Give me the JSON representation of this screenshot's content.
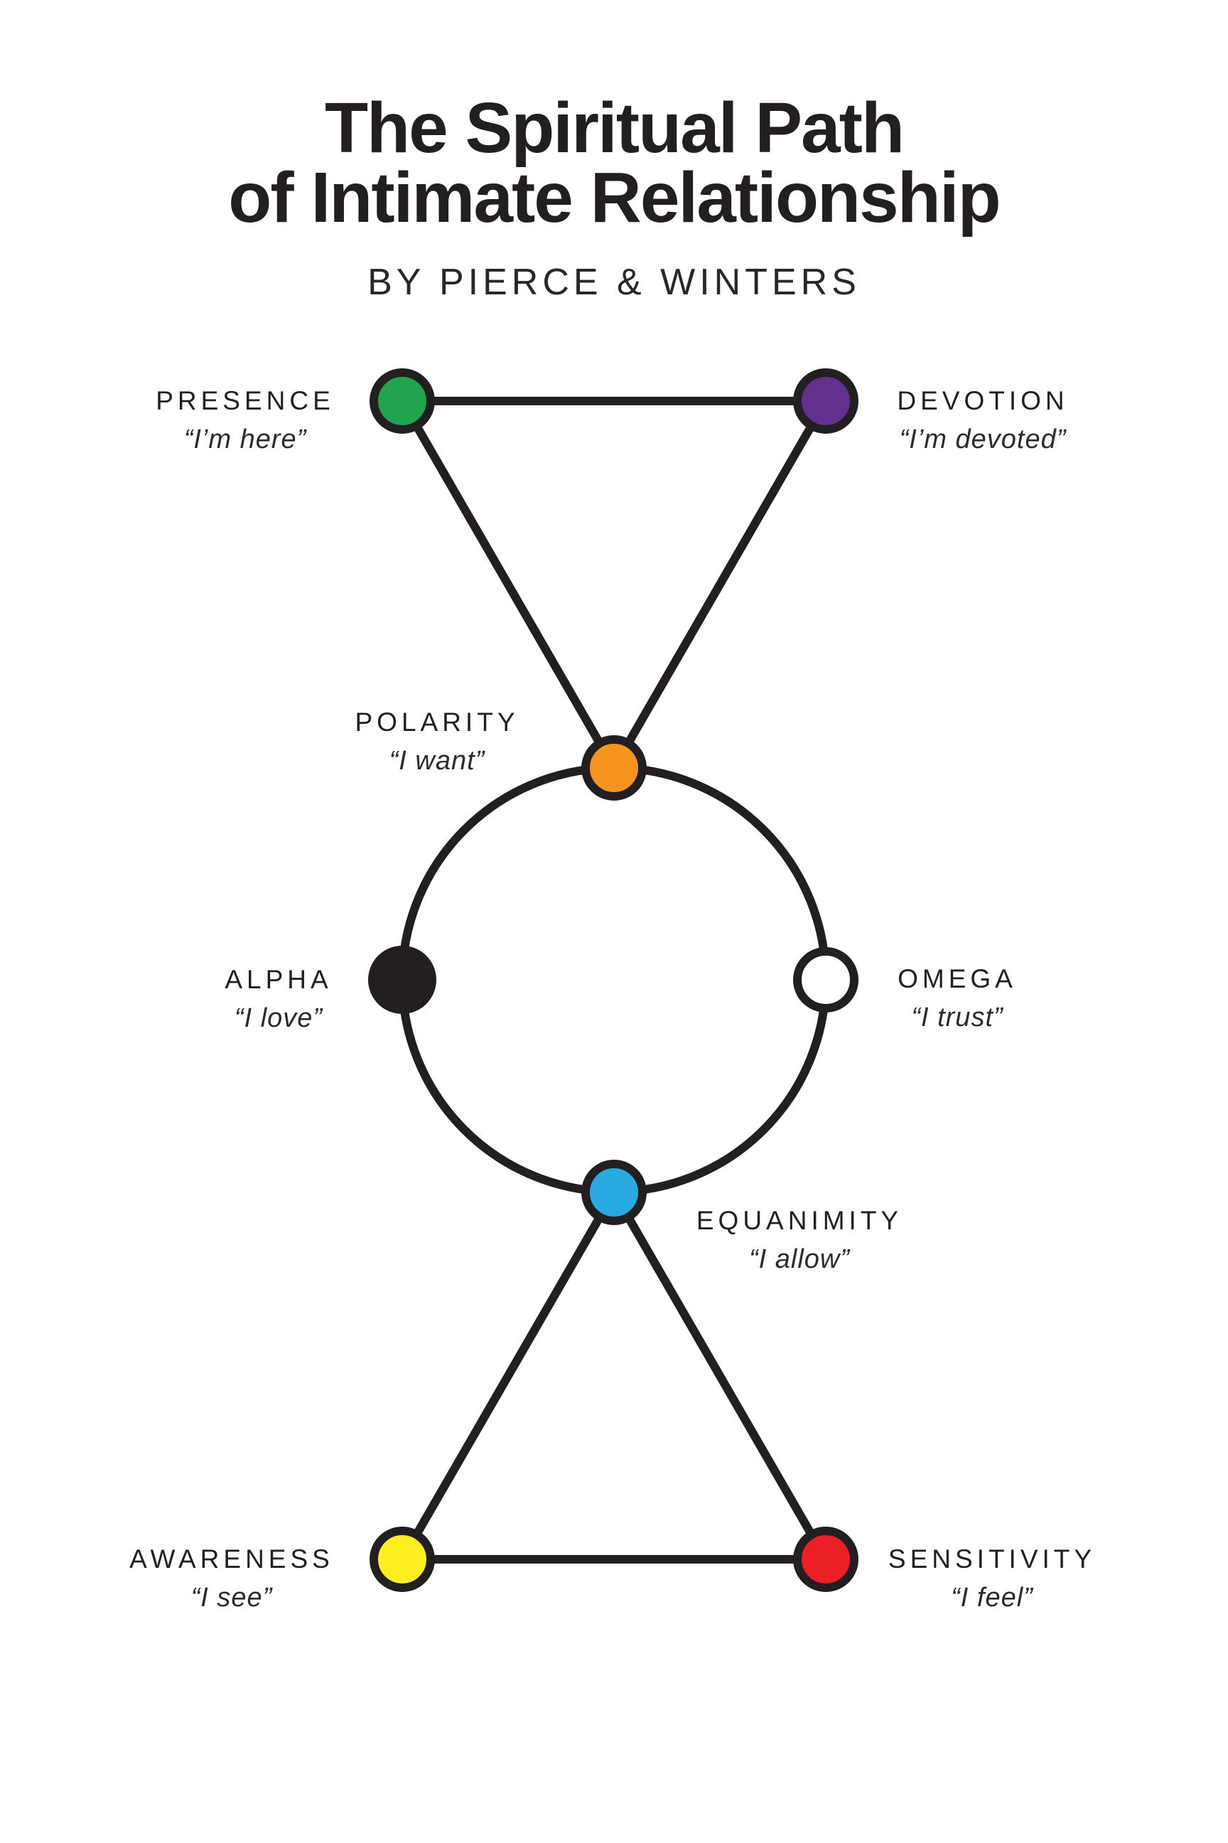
{
  "title": {
    "line1": "The Spiritual Path",
    "line2": "of Intimate Relationship",
    "byline": "BY PIERCE & WINTERS"
  },
  "colors": {
    "ink": "#231f20",
    "background": "#ffffff"
  },
  "nodes": [
    {
      "id": "presence",
      "name": "PRESENCE",
      "quote": "“I’m here”",
      "color": "#21a450"
    },
    {
      "id": "devotion",
      "name": "DEVOTION",
      "quote": "“I’m devoted”",
      "color": "#63308f"
    },
    {
      "id": "polarity",
      "name": "POLARITY",
      "quote": "“I want”",
      "color": "#f7941e"
    },
    {
      "id": "alpha",
      "name": "ALPHA",
      "quote": "“I love”",
      "color": "#231f20"
    },
    {
      "id": "omega",
      "name": "OMEGA",
      "quote": "“I trust”",
      "color": "#ffffff"
    },
    {
      "id": "equanimity",
      "name": "EQUANIMITY",
      "quote": "“I allow”",
      "color": "#29a9e1"
    },
    {
      "id": "awareness",
      "name": "AWARENESS",
      "quote": "“I see”",
      "color": "#fdee21"
    },
    {
      "id": "sensitivity",
      "name": "SENSITIVITY",
      "quote": "“I feel”",
      "color": "#ec1f26"
    }
  ]
}
